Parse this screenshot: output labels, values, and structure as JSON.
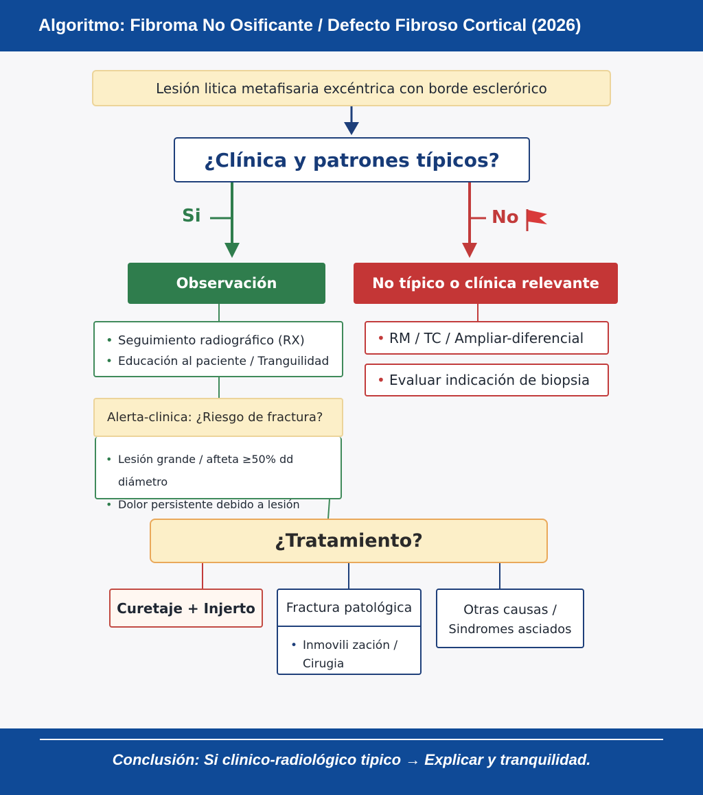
{
  "header": {
    "title": "Algoritmo: Fibroma No Osificante / Defecto Fibroso Cortical (2026)"
  },
  "start": {
    "text": "Lesión litica metafisaria excéntrica con borde esclerórico"
  },
  "decision1": {
    "text": "¿Clínica y patrones típicos?"
  },
  "branches": {
    "yes_label": "Si",
    "no_label": "No"
  },
  "yes_branch": {
    "title": "Observación",
    "items": [
      "Seguimiento radiográfico (RX)",
      "Educación al paciente / Tranguilidad"
    ]
  },
  "alert": {
    "title": "Alerta-clinica: ¿Riesgo de fractura?",
    "items": [
      "Lesión grande / afteta ≥50% dd diámetro",
      "Dolor persistente debido a lesión"
    ]
  },
  "no_branch": {
    "title": "No típico o clínica relevante",
    "item1": "RM / TC / Ampliar-diferencial",
    "item2": "Evaluar indicación de biopsia"
  },
  "treatment": {
    "title": "¿Tratamiento?",
    "option1": "Curetaje + Injerto",
    "option2_title": "Fractura patológica",
    "option2_items": [
      "Inmovili zación / Cirugia"
    ],
    "option3_line1": "Otras causas /",
    "option3_line2": "Sindromes asciados"
  },
  "footer": {
    "conclusion": "Conclusión: Si clinico-radiológico tipico → Explicar y tranquilidad."
  },
  "colors": {
    "navy": "#0f4a97",
    "green": "#2f7d4d",
    "red": "#c23b3b",
    "cream": "#fcefc8"
  },
  "icons": {
    "flag": "red-flag-icon"
  }
}
